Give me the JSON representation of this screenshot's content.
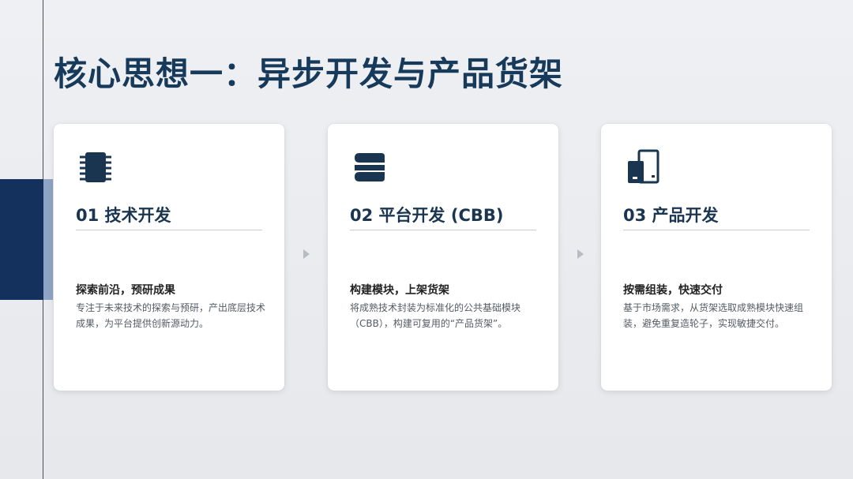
{
  "slide": {
    "title": "核心思想一：异步开发与产品货架"
  },
  "cards": [
    {
      "icon": "chip-icon",
      "title": "01 技术开发",
      "subhead": "探索前沿，预研成果",
      "desc": "专注于未来技术的探索与预研，产出底层技术成果，为平台提供创新源动力。"
    },
    {
      "icon": "stack-blocks-icon",
      "title": "02 平台开发 (CBB)",
      "subhead": "构建模块，上架货架",
      "desc": "将成熟技术封装为标准化的公共基础模块（CBB），构建可复用的“产品货架”。"
    },
    {
      "icon": "devices-icon",
      "title": "03 产品开发",
      "subhead": "按需组装，快速交付",
      "desc": "基于市场需求，从货架选取成熟模块快速组装，避免重复造轮子，实现敏捷交付。"
    }
  ],
  "colors": {
    "title": "#173a5b",
    "accent_dark": "#14305d",
    "icon": "#1a3550"
  }
}
